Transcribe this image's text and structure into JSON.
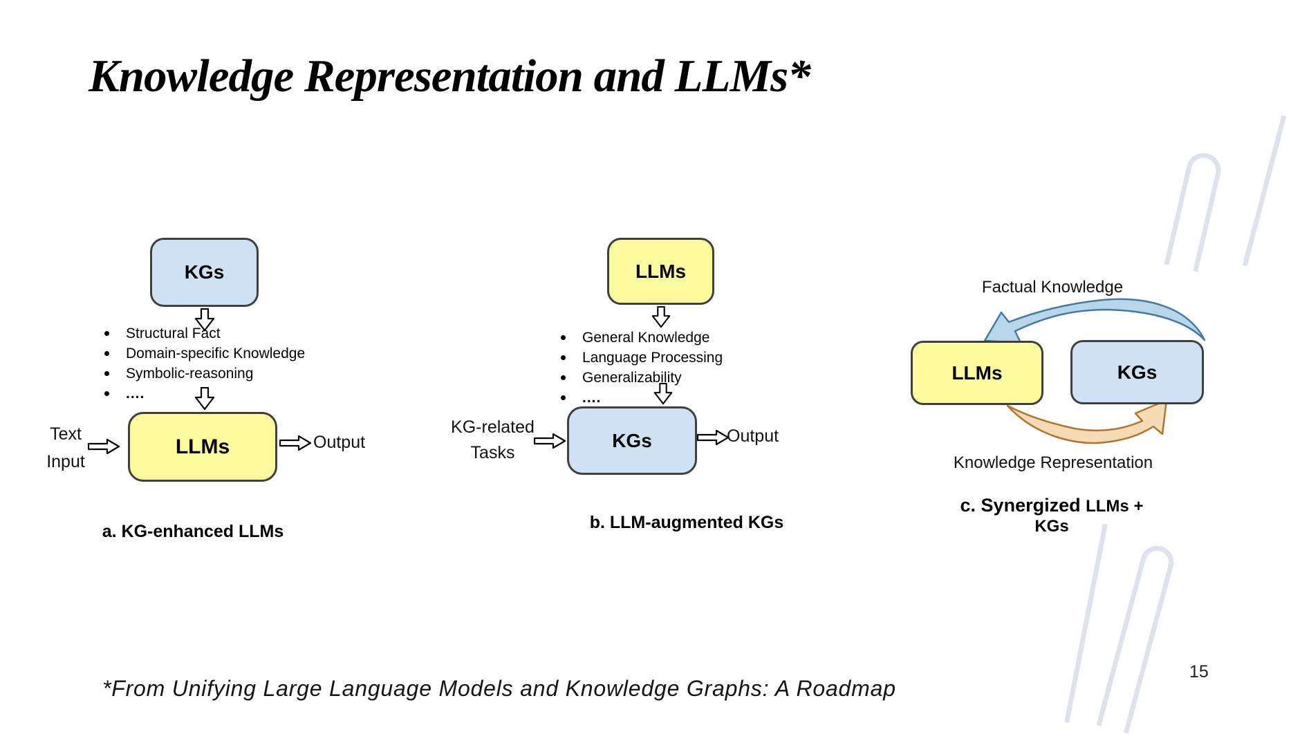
{
  "slide": {
    "title": "Knowledge Representation and LLMs*",
    "footnote": "*From Unifying Large Language Models and Knowledge Graphs: A Roadmap",
    "page_number": "15"
  },
  "colors": {
    "box_yellow": "#fbfa9c",
    "box_blue": "#cfe2f3",
    "box_border": "#3f3f3f",
    "arrow_blue_fill": "#b8d6ea",
    "arrow_blue_stroke": "#45799e",
    "arrow_orange_fill": "#f6dcb6",
    "arrow_orange_stroke": "#b2742c",
    "decoration_gray": "#dde2ec"
  },
  "diagram_a": {
    "caption": "a. KG-enhanced LLMs",
    "top_box": "KGs",
    "bullets": [
      "Structural Fact",
      "Domain-specific Knowledge",
      "Symbolic-reasoning",
      "...."
    ],
    "bottom_box": "LLMs",
    "input_label_line1": "Text",
    "input_label_line2": "Input",
    "output_label": "Output"
  },
  "diagram_b": {
    "caption": "b. LLM-augmented KGs",
    "top_box": "LLMs",
    "bullets": [
      "General Knowledge",
      "Language Processing",
      "Generalizability",
      "...."
    ],
    "bottom_box": "KGs",
    "input_label_line1": "KG-related",
    "input_label_line2": "Tasks",
    "output_label": "Output"
  },
  "diagram_c": {
    "caption_prefix": "c. Synergized ",
    "caption_rest": "LLMs + KGs",
    "left_box": "LLMs",
    "right_box": "KGs",
    "top_arrow_label": "Factual Knowledge",
    "bottom_arrow_label": "Knowledge Representation"
  }
}
